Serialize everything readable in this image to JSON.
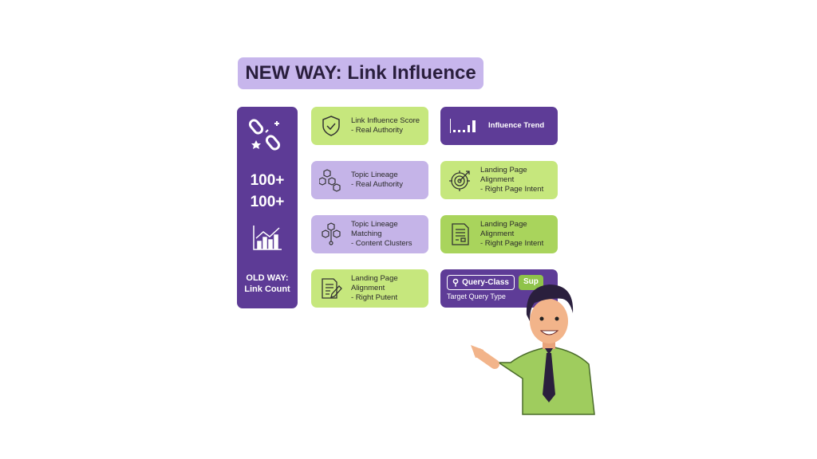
{
  "title": "NEW WAY: Link Influence",
  "old_way": {
    "count1": "100+",
    "count2": "100+",
    "label1": "OLD WAY:",
    "label2": "Link Count"
  },
  "cards": [
    {
      "line1": "Link Influence Score",
      "line2": "- Real Authority",
      "icon": "shield-check-icon"
    },
    {
      "line1": "Topic Lineage",
      "line2": "- Real Authority",
      "icon": "hexagons-icon"
    },
    {
      "line1": "Topic Lineage Matching",
      "line2": "- Content Clusters",
      "icon": "hexagon-cluster-icon"
    },
    {
      "line1": "Landing Page Alignment",
      "line2": "- Right Putent",
      "icon": "document-pen-icon"
    },
    {
      "line1": "Influence Trend",
      "icon": "bar-trend-icon"
    },
    {
      "line1": "Landing Page Alignment",
      "line2": "- Right Page Intent",
      "icon": "target-icon"
    },
    {
      "line1": "Landing Page Alignment",
      "line2": "- Right Page Intent",
      "icon": "document-icon"
    }
  ],
  "query": {
    "button": "Query-Class",
    "badge": "Sup",
    "caption": "Target Query Type"
  },
  "colors": {
    "purple": "#5e3c97",
    "green": "#c6e77d",
    "lavender": "#c5b4e8"
  }
}
